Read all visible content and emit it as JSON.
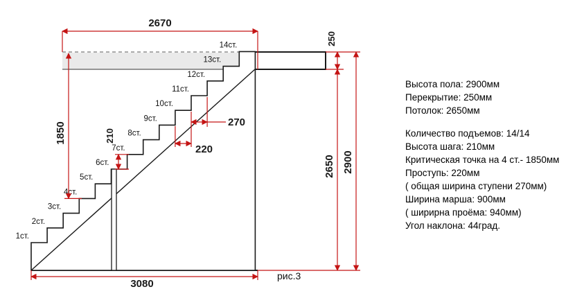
{
  "figure": {
    "caption": "рис.3"
  },
  "dimensions": {
    "top_width": "2670",
    "slab_thickness": "250",
    "critical_height": "1850",
    "step_rise": "210",
    "step_total_width": "270",
    "tread_depth": "220",
    "ceiling_height": "2650",
    "floor_height": "2900",
    "total_run": "3080"
  },
  "steps": [
    "1ст.",
    "2ст.",
    "3ст.",
    "4ст.",
    "5ст.",
    "6ст.",
    "7ст.",
    "8ст.",
    "9ст.",
    "10ст.",
    "11ст.",
    "12ст.",
    "13ст.",
    "14ст."
  ],
  "info": {
    "lines": [
      "Высота пола: 2900мм",
      "Перекрытие: 250мм",
      "Потолок: 2650мм",
      "Количество подъемов: 14/14",
      "Высота шага: 210мм",
      "Критическая точка на 4 ст.- 1850мм",
      "Проступь: 220мм",
      "( общая ширина ступени 270мм)",
      "Ширина марша: 900мм",
      "( ширирна проёма: 940мм)",
      "Угол наклона: 44град."
    ]
  },
  "colors": {
    "dimension_red": "#c41414",
    "drawing_black": "#1a1a1a",
    "opening_gray": "#d9d9d9"
  }
}
